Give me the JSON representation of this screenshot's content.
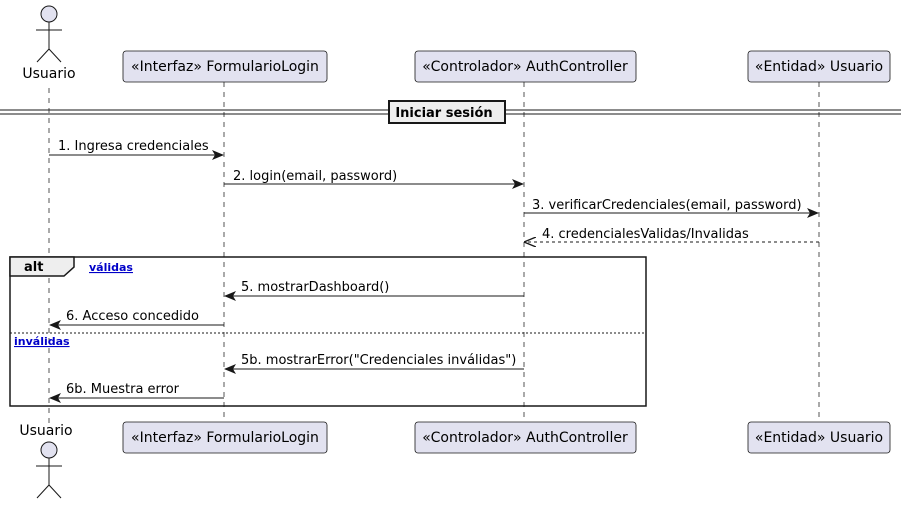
{
  "participants": {
    "usuario": "Usuario",
    "formulario": "«Interfaz» FormularioLogin",
    "controller": "«Controlador» AuthController",
    "entidad": "«Entidad» Usuario"
  },
  "section": {
    "title": "Iniciar sesión"
  },
  "messages": {
    "m1": "1. Ingresa credenciales",
    "m2": "2. login(email, password)",
    "m3": "3. verificarCredenciales(email, password)",
    "m4": "4. credencialesValidas/Invalidas",
    "m5": "5. mostrarDashboard()",
    "m6": "6. Acceso concedido",
    "m5b": "5b. mostrarError(\"Credenciales inválidas\")",
    "m6b": "6b. Muestra error"
  },
  "fragment": {
    "keyword": "alt",
    "guard1": "válidas",
    "guard2": "inválidas"
  },
  "colors": {
    "participant_fill": "#e2e2f0",
    "participant_stroke": "#181818",
    "guard_text": "#0000c8"
  }
}
